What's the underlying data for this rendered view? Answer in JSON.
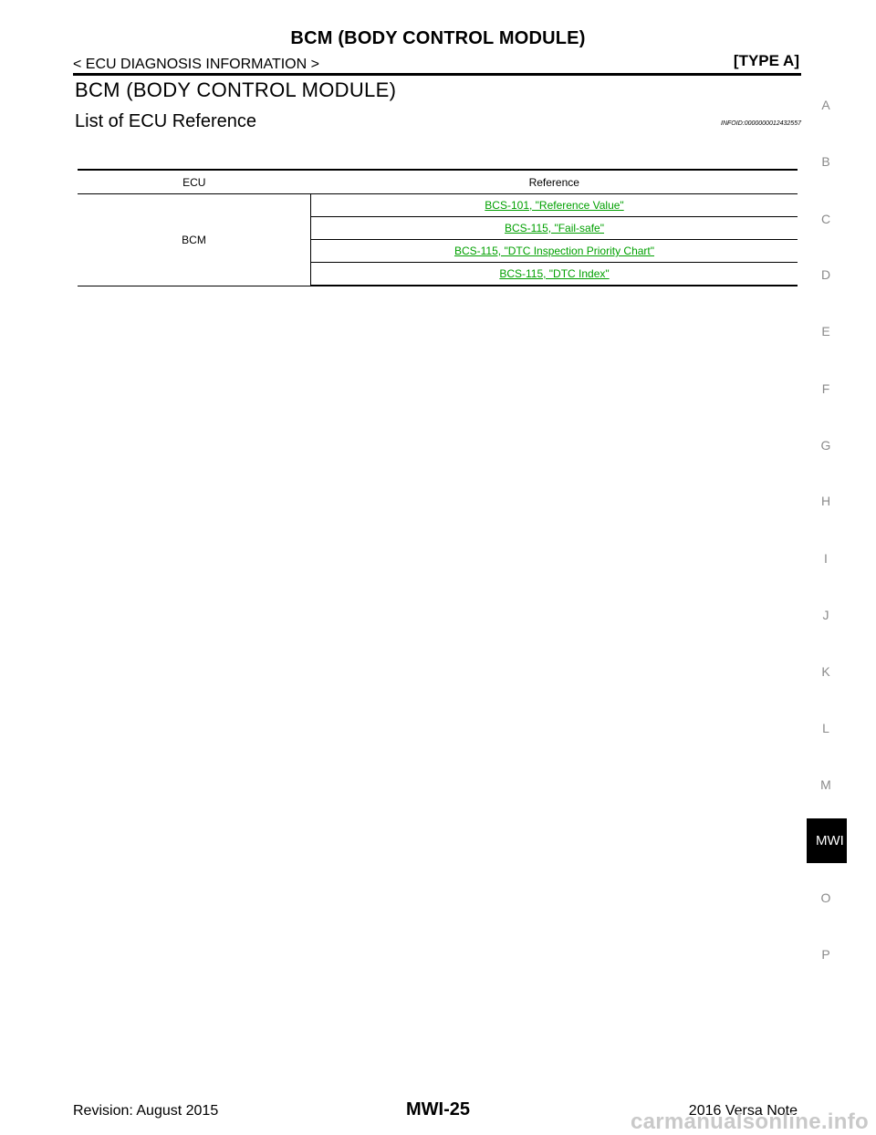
{
  "header": {
    "title": "BCM (BODY CONTROL MODULE)",
    "breadcrumb": "< ECU DIAGNOSIS INFORMATION >",
    "type": "[TYPE A]"
  },
  "section": {
    "title": "BCM (BODY CONTROL MODULE)",
    "subsection": "List of ECU Reference",
    "info_id": "INFOID:0000000012432557"
  },
  "table": {
    "headers": [
      "ECU",
      "Reference"
    ],
    "ecu": "BCM",
    "references": [
      "BCS-101, \"Reference Value\"",
      "BCS-115, \"Fail-safe\"",
      "BCS-115, \"DTC Inspection Priority Chart\"",
      "BCS-115, \"DTC Index\""
    ],
    "link_color": "#00a000"
  },
  "side_index": {
    "letters": [
      "A",
      "B",
      "C",
      "D",
      "E",
      "F",
      "G",
      "H",
      "I",
      "J",
      "K",
      "L",
      "M",
      "O",
      "P"
    ],
    "active_tab": "MWI"
  },
  "footer": {
    "revision": "Revision: August 2015",
    "page": "MWI-25",
    "model": "2016 Versa Note",
    "watermark": "carmanualsonline.info"
  }
}
